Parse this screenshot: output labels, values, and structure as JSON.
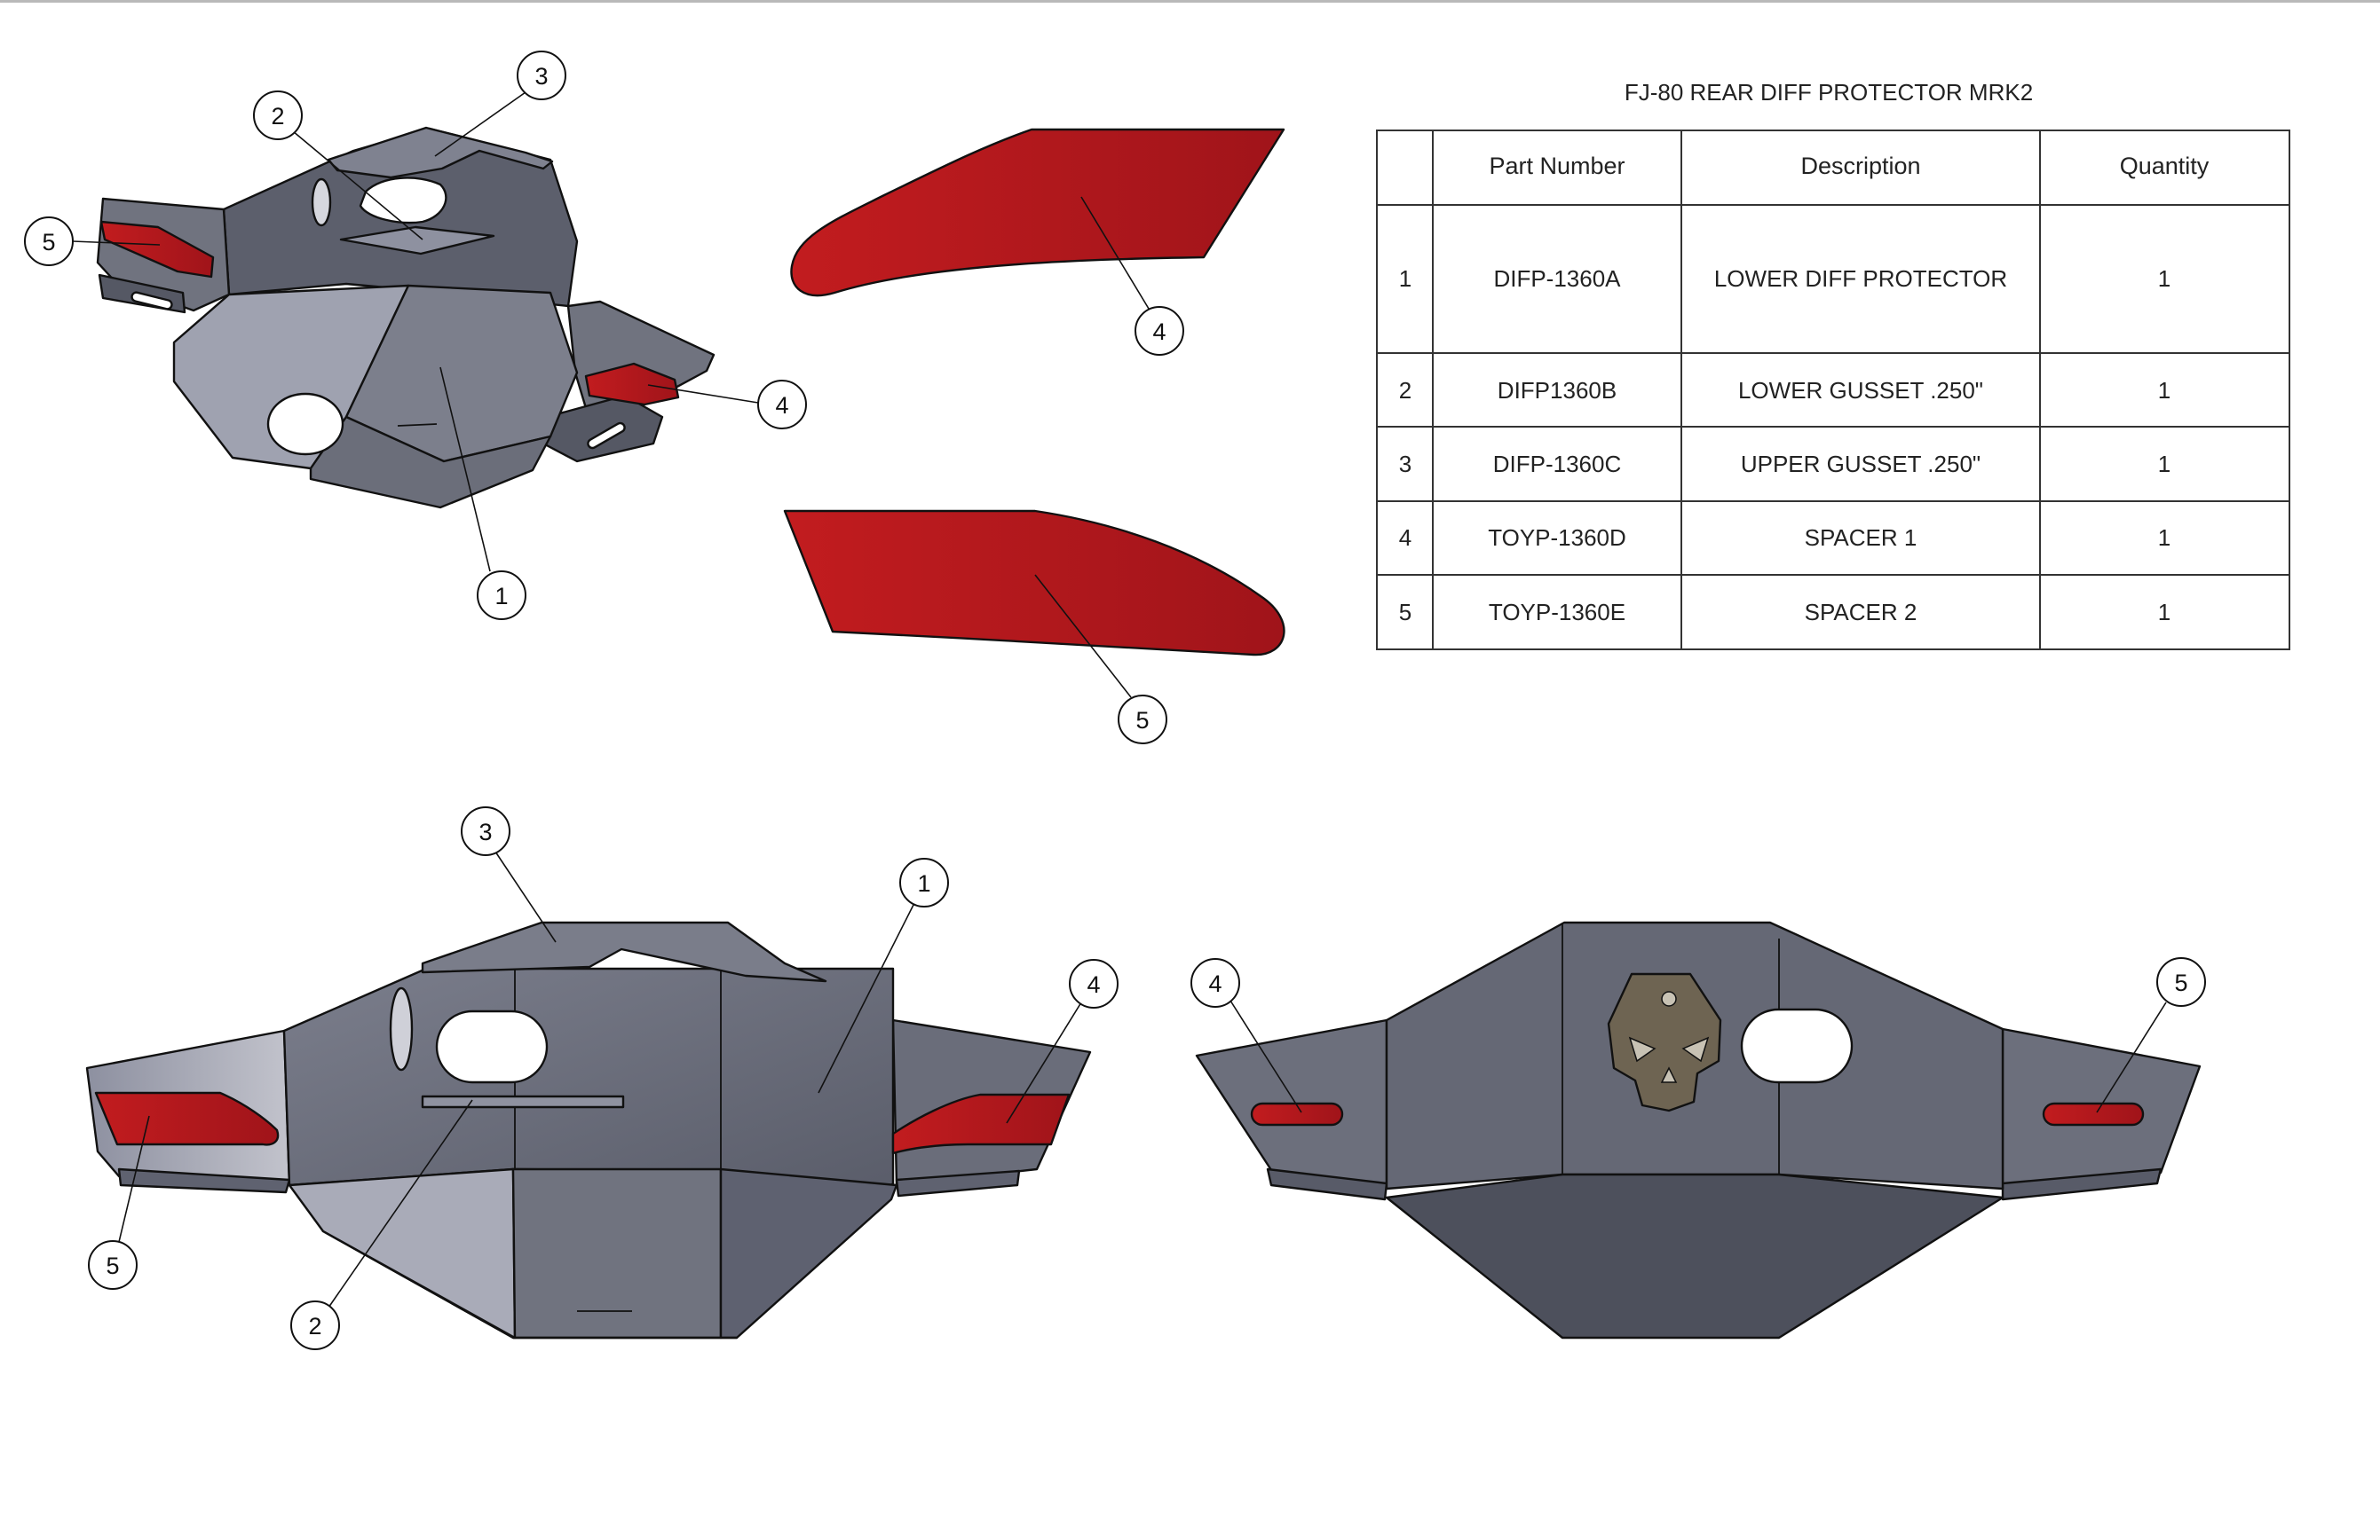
{
  "drawing": {
    "bom_title": "FJ-80 REAR DIFF PROTECTOR MRK2",
    "columns": [
      "",
      "Part Number",
      "Description",
      "Quantity"
    ],
    "rows": [
      {
        "item": "1",
        "part_number": "DIFP-1360A",
        "description": "LOWER DIFF PROTECTOR",
        "quantity": "1"
      },
      {
        "item": "2",
        "part_number": "DIFP1360B",
        "description": "LOWER GUSSET .250\"",
        "quantity": "1"
      },
      {
        "item": "3",
        "part_number": "DIFP-1360C",
        "description": "UPPER GUSSET .250\"",
        "quantity": "1"
      },
      {
        "item": "4",
        "part_number": "TOYP-1360D",
        "description": "SPACER 1",
        "quantity": "1"
      },
      {
        "item": "5",
        "part_number": "TOYP-1360E",
        "description": "SPACER 2",
        "quantity": "1"
      }
    ],
    "balloons": {
      "iso": [
        "3",
        "2",
        "5",
        "4",
        "1"
      ],
      "spacer_top": "4",
      "spacer_bottom": "5",
      "front": [
        "3",
        "1",
        "4",
        "5",
        "2"
      ],
      "rear": [
        "4",
        "5"
      ]
    }
  },
  "colors": {
    "steel_dark": "#5b5e6b",
    "steel_mid": "#6e7180",
    "steel_light": "#9a9dab",
    "spacer_red": "#b3181b",
    "skull_logo": "#6e6452",
    "outline": "#111111"
  }
}
